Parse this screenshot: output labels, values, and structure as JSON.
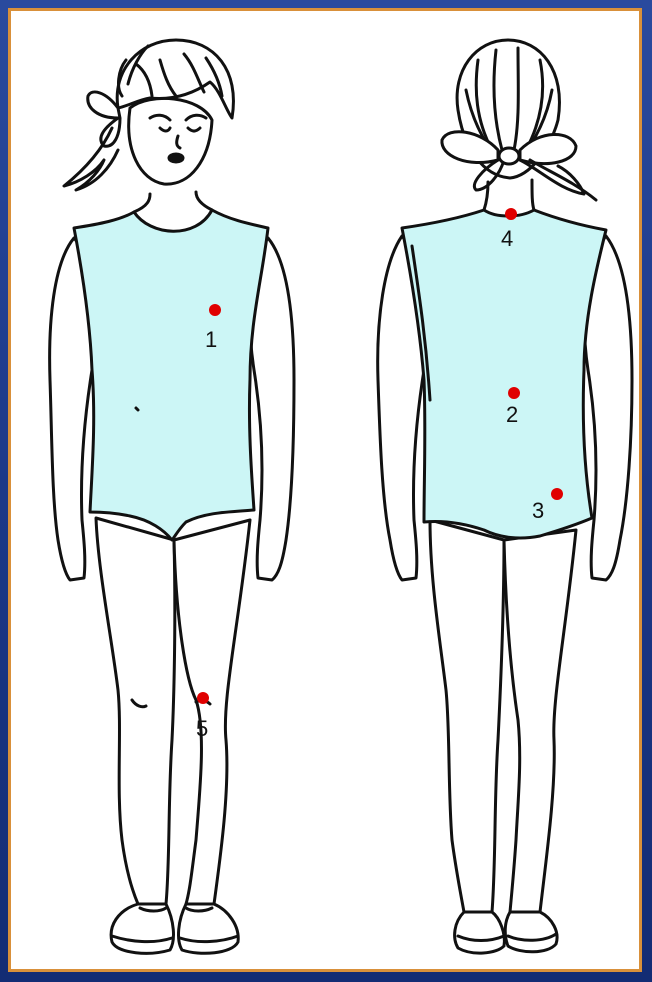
{
  "markers": [
    {
      "id": "1",
      "label": "1",
      "color": "#e00000"
    },
    {
      "id": "2",
      "label": "2",
      "color": "#e00000"
    },
    {
      "id": "3",
      "label": "3",
      "color": "#e00000"
    },
    {
      "id": "4",
      "label": "4",
      "color": "#e00000"
    },
    {
      "id": "5",
      "label": "5",
      "color": "#e00000"
    }
  ],
  "colors": {
    "frame": "#1c3888",
    "frame_border": "#d9903a",
    "paper": "#ffffff",
    "garment": "#ccf6f6",
    "outline": "#111111",
    "marker": "#e00000"
  }
}
